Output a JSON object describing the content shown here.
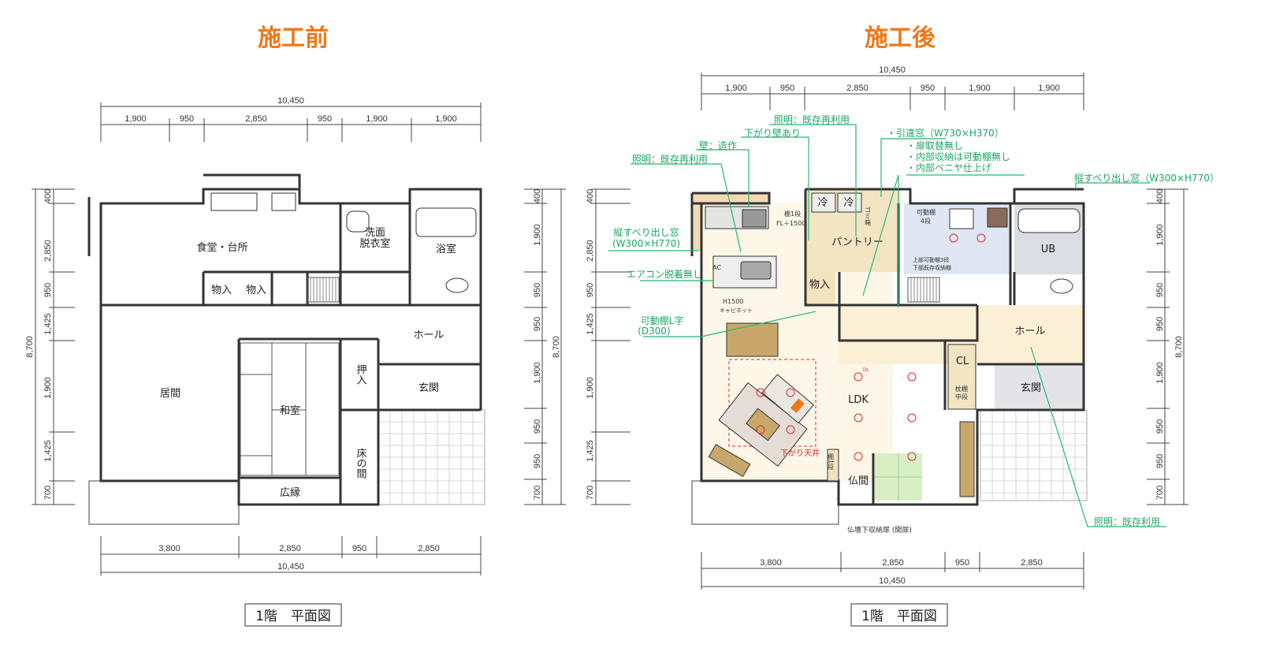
{
  "before": {
    "title": "施工前",
    "dims_top_total": "10,450",
    "dims_top": [
      "1,900",
      "950",
      "2,850",
      "950",
      "1,900",
      "1,900"
    ],
    "dims_bottom": [
      "3,800",
      "2,850",
      "950",
      "2,850"
    ],
    "dims_bottom_total": "10,450",
    "dims_left": [
      "400",
      "2,850",
      "950",
      "1,425",
      "1,900",
      "1,425",
      "700"
    ],
    "dims_left_total": "8,700",
    "dims_right": [
      "400",
      "1,900",
      "950",
      "950",
      "1,900",
      "950",
      "950",
      "700"
    ],
    "dims_right_total": "8,700",
    "rooms": {
      "dining_kitchen": "食堂・台所",
      "washroom": "洗面",
      "washroom2": "脱衣室",
      "bath": "浴室",
      "storage1": "物入",
      "storage2": "物入",
      "hall": "ホール",
      "living": "居間",
      "japanese_room": "和室",
      "closet": "押入",
      "entrance": "玄関",
      "alcove": "床の間",
      "veranda": "広縁"
    },
    "caption": "1階　平面図"
  },
  "after": {
    "title": "施工後",
    "dims_top_total": "10,450",
    "dims_top": [
      "1,900",
      "950",
      "2,850",
      "950",
      "1,900",
      "1,900"
    ],
    "dims_bottom": [
      "3,800",
      "2,850",
      "950",
      "2,850"
    ],
    "dims_bottom_total": "10,450",
    "dims_left": [
      "400",
      "2,850",
      "950",
      "1,425",
      "1,900",
      "1,425",
      "700"
    ],
    "dims_left_total": "8,700",
    "dims_right": [
      "400",
      "1,900",
      "950",
      "950",
      "1,900",
      "950",
      "950",
      "700"
    ],
    "dims_right_total": "8,700",
    "rooms": {
      "pantry": "パントリー",
      "ub": "UB",
      "storage": "物入",
      "hall": "ホール",
      "ldk": "LDK",
      "cl": "CL",
      "entrance": "玄関",
      "butsuma": "仏間",
      "fridge1": "冷",
      "fridge2": "冷",
      "trash": "ゴミ箱",
      "shelf1": "棚1段",
      "shelf1_height": "FL＋1500",
      "movable_shelf": "可動棚",
      "movable_shelf_count": "4段",
      "upper_shelf": "上部可動棚3段",
      "lower_shelf": "下部既存収納棚",
      "cabinet_h": "H1500",
      "cabinet": "キャビネット",
      "ac": "AC",
      "pillow_shelf": "枕棚",
      "pillow_shelf2": "中段",
      "shelf_one": "棚1段",
      "lowered_ceiling": "下がり天井",
      "altar_door": "仏壇下収納扉 (開扉)",
      "downlight": "DL"
    },
    "notes": {
      "light_reuse_top": "照明：既存再利用",
      "drop_wall": "下がり壁あり",
      "wall_custom": "壁：造作",
      "light_reuse_kitchen": "照明：既存再利用",
      "sliding_window": "・引違窓（W730×H370）",
      "door_no_replace": "・扉取替無し",
      "no_movable_shelf": "・内部収納は可動棚無し",
      "plywood_finish": "・内部ベニヤ仕上げ",
      "casement_window_left": "縦すべり出し窓",
      "casement_window_left_size": "(W300×H770)",
      "ac_no_removal": "エアコン脱着無し",
      "l_shelf": "可動棚L字",
      "l_shelf_depth": "(D300)",
      "casement_window_right": "縦すべり出し窓（W300×H770）",
      "light_existing": "照明：既存利用"
    },
    "caption": "1階　平面図"
  },
  "colors": {
    "title": "#f07818",
    "note": "#1aa864",
    "downlight": "#e02828"
  }
}
